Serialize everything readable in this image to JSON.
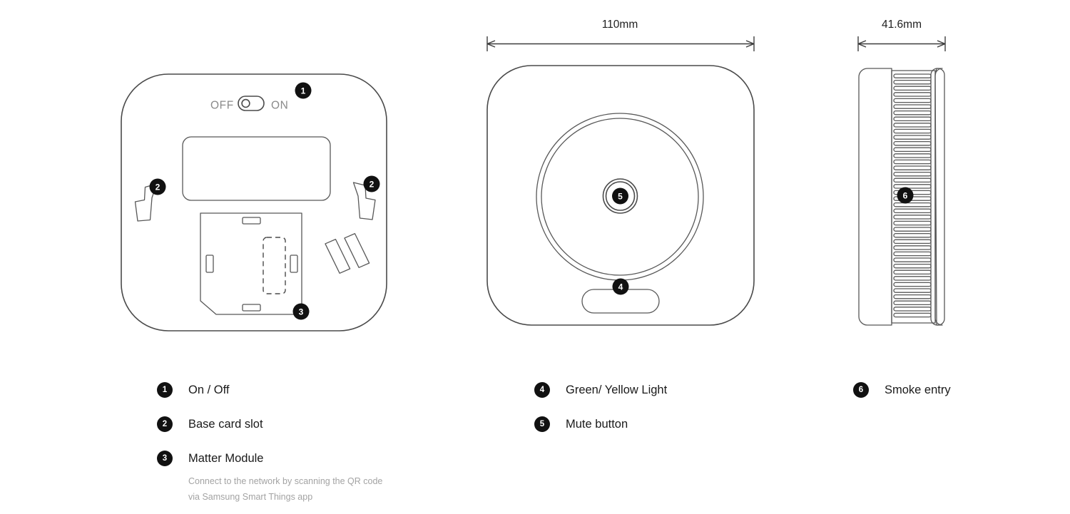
{
  "diagram": {
    "title": "Smoke detector product callout diagram",
    "views": [
      {
        "id": "back-view",
        "name": "Back view",
        "dimension_label": ""
      },
      {
        "id": "front-view",
        "name": "Front view",
        "dimension_label": "110mm"
      },
      {
        "id": "side-view",
        "name": "Side view",
        "dimension_label": "41.6mm"
      }
    ],
    "dimensions": {
      "width": "110mm",
      "depth": "41.6mm"
    },
    "switch": {
      "off_label": "OFF",
      "on_label": "ON",
      "state": "off"
    },
    "callouts": [
      {
        "number": "1",
        "view": "back-view"
      },
      {
        "number": "2",
        "view": "back-view"
      },
      {
        "number": "2",
        "view": "back-view"
      },
      {
        "number": "3",
        "view": "back-view"
      },
      {
        "number": "4",
        "view": "front-view"
      },
      {
        "number": "5",
        "view": "front-view"
      },
      {
        "number": "6",
        "view": "side-view"
      }
    ]
  },
  "legend": {
    "columns": [
      {
        "id": "legend-column-left",
        "items": [
          {
            "number": "1",
            "label": "On / Off",
            "note": []
          },
          {
            "number": "2",
            "label": "Base card slot",
            "note": []
          },
          {
            "number": "3",
            "label": "Matter Module",
            "note": [
              "Connect to the network by scanning the QR code",
              "via Samsung Smart Things app"
            ]
          }
        ]
      },
      {
        "id": "legend-column-middle",
        "items": [
          {
            "number": "4",
            "label": "Green/ Yellow Light",
            "note": []
          },
          {
            "number": "5",
            "label": "Mute button",
            "note": []
          }
        ]
      },
      {
        "id": "legend-column-right",
        "items": [
          {
            "number": "6",
            "label": "Smoke entry",
            "note": []
          }
        ]
      }
    ]
  },
  "colors": {
    "background": "#ffffff",
    "line": "#4a4a4a",
    "badge": "#111111",
    "text": "#1a1a1a",
    "muted_text": "#a3a3a3",
    "switch_label": "#8a8a8a"
  }
}
